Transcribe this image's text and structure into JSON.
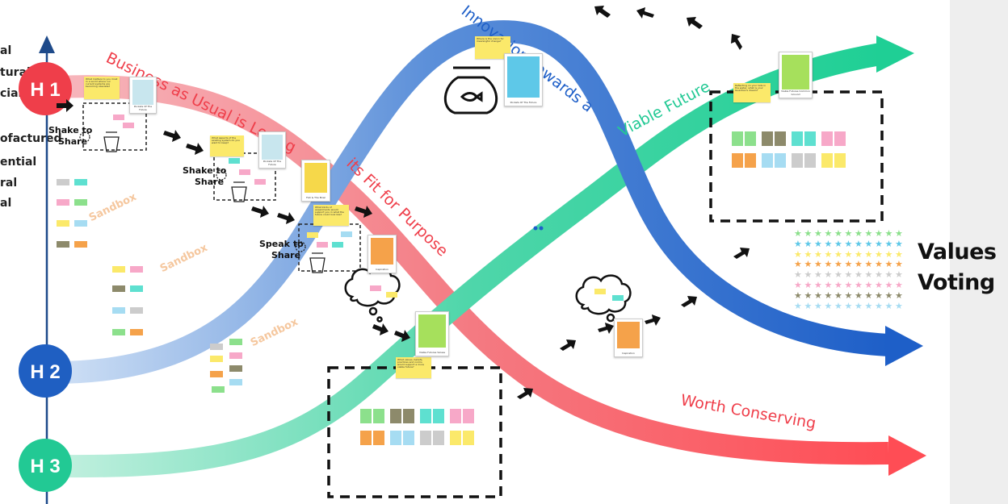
{
  "left_labels": [
    "al",
    "tural",
    "cial",
    "ofactured",
    "ential",
    "ral",
    "al"
  ],
  "horizons": [
    {
      "label": "H 1",
      "color": "#ef3e4a"
    },
    {
      "label": "H 2",
      "color": "#1f5fc2"
    },
    {
      "label": "H 3",
      "color": "#22c994"
    }
  ],
  "curve_labels": {
    "h1_top": "Business as Usual is Losing",
    "h1_mid": "its Fit for Purpose",
    "h1_end": "Worth Conserving",
    "h2": "Innovation Towards a",
    "h3": "Viable Future"
  },
  "share_labels": [
    {
      "line1": "Shake to",
      "line2": "Share"
    },
    {
      "line1": "Shake to",
      "line2": "Share"
    },
    {
      "line1": "Speak to",
      "line2": "Share"
    }
  ],
  "sandbox": [
    "Sandbox",
    "Sandbox",
    "Sandbox"
  ],
  "cards": [
    {
      "caption": "Pockets Of The Future",
      "color": "#5ec8e8"
    },
    {
      "caption": "Pockets Of The Future",
      "color": "#c8e6ee"
    },
    {
      "caption": "Pockets Of The Future",
      "color": "#c8e6ee"
    },
    {
      "caption": "Fish & The Bowl",
      "color": "#f6d84a"
    },
    {
      "caption": "Inspiration",
      "color": "#f5a24a"
    },
    {
      "caption": "Viable Futures Values",
      "color": "#a6e05c"
    },
    {
      "caption": "Inspiration",
      "color": "#f5a24a"
    },
    {
      "caption": "Viable Futures Common Ground",
      "color": "#a6e05c"
    }
  ],
  "notes": [
    "What matters to you most in a world where our current systems are becoming obsolete?",
    "What aspects of the existing system do you want to keep?",
    "What elements do you want to see emerge as we prepare for change?",
    "What kinds of experiments would support you in what the future could look like?",
    "Where is the vision for meaningful change?",
    "What values, beliefs, practices and norms would support a more viable future?",
    "Reflecting on your lists in the water, what is your Guardian's dream?"
  ],
  "voting": {
    "line1": "Values",
    "line2": "Voting"
  },
  "star_colors": [
    "#8ce08c",
    "#5ec8e8",
    "#fbe96a",
    "#f5a24a",
    "#cccccc",
    "#f7a8c8",
    "#8d8a6b",
    "#a6dcf2"
  ]
}
